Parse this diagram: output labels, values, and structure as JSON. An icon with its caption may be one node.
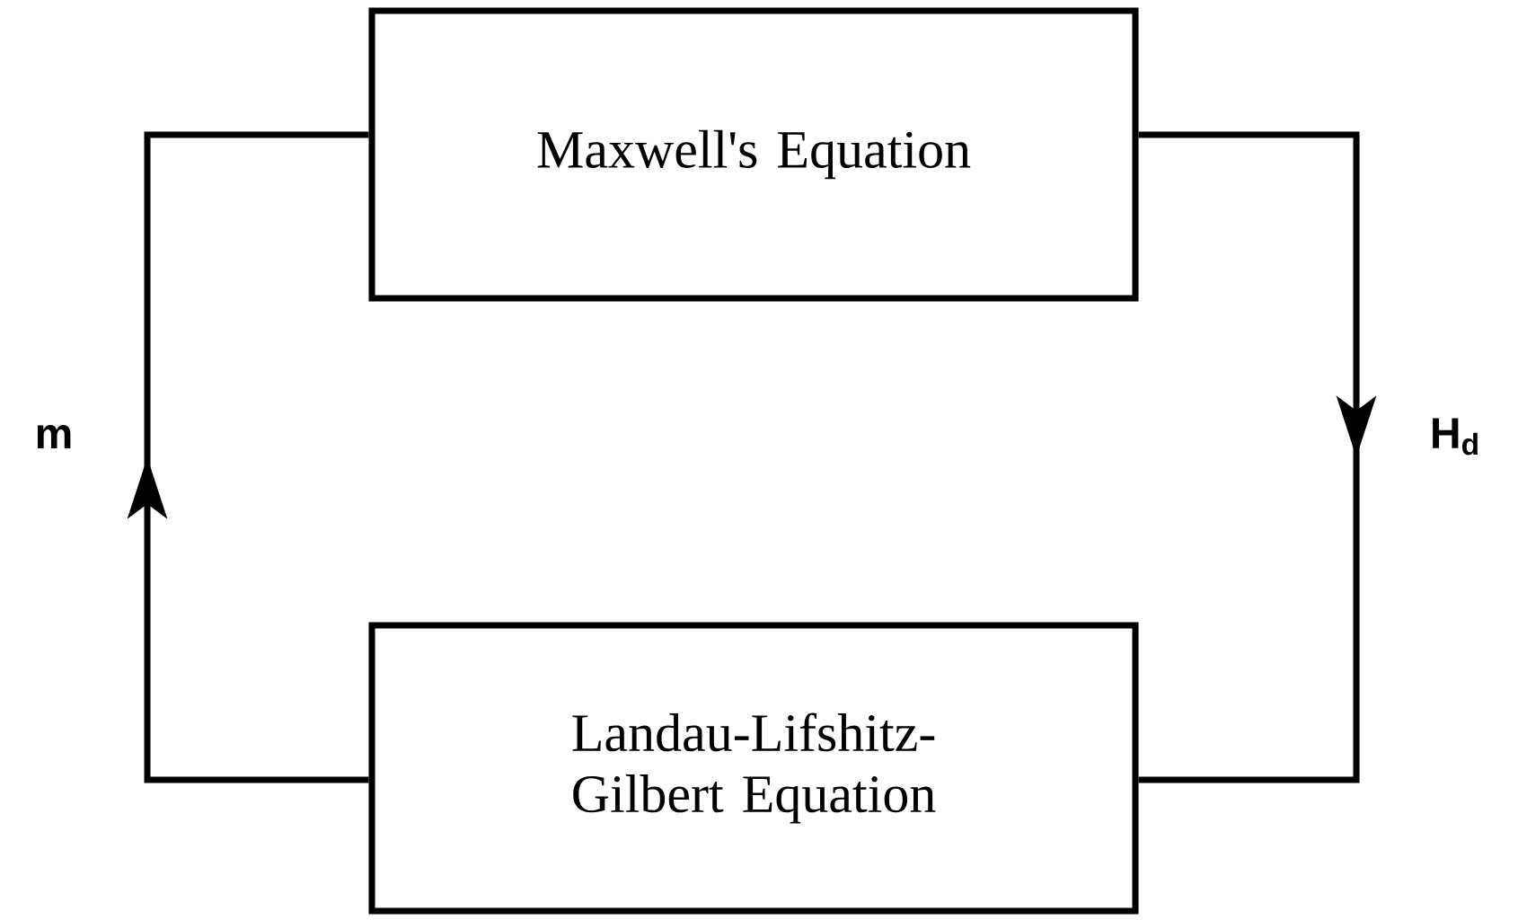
{
  "diagram": {
    "nodes": [
      {
        "text": [
          "Maxwell's Equation"
        ]
      },
      {
        "text": [
          "Landau-Lifshitz-Gilbert Equation"
        ]
      }
    ],
    "edges": [
      {
        "from": 1,
        "to": 0,
        "arrow": "to",
        "label": "m"
      },
      {
        "from": 0,
        "to": 1,
        "arrow": "to",
        "label": "H$_{d}$"
      }
    ]
  }
}
